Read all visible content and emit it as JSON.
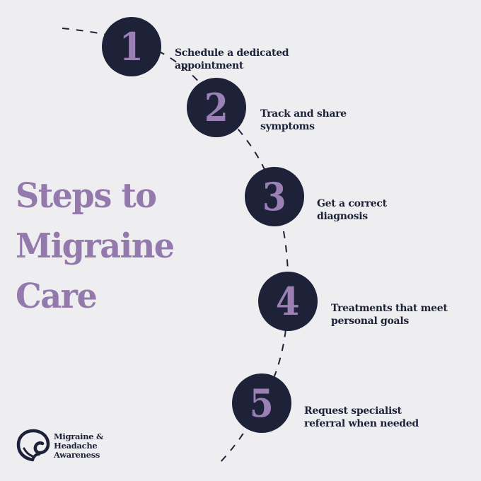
{
  "title": {
    "line1": "Steps to",
    "line2": "Migraine",
    "line3": "Care"
  },
  "steps": [
    {
      "number": "1",
      "label": "Schedule a dedicated\nappointment"
    },
    {
      "number": "2",
      "label": "Track and share\nsymptoms"
    },
    {
      "number": "3",
      "label": "Get a correct\ndiagnosis"
    },
    {
      "number": "4",
      "label": "Treatments that meet\npersonal goals"
    },
    {
      "number": "5",
      "label": "Request specialist\nreferral when needed"
    }
  ],
  "logo": {
    "line1": "Migraine &",
    "line2": "Headache",
    "line3": "Awareness"
  },
  "colors": {
    "background": "#eeedef",
    "navy": "#1d2239",
    "lavender": "#9479ac"
  },
  "icons": {
    "logo": "head-ribbon-icon"
  }
}
